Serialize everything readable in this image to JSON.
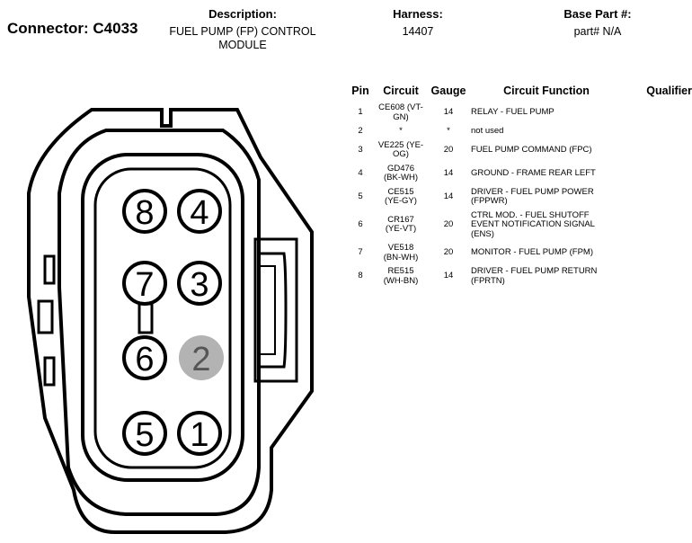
{
  "connector": {
    "label": "Connector: C4033"
  },
  "description": {
    "header": "Description:",
    "lines": [
      "FUEL PUMP (FP) CONTROL",
      "MODULE"
    ]
  },
  "harness": {
    "header": "Harness:",
    "value": "14407"
  },
  "base_part": {
    "header": "Base Part #:",
    "value": "part# N/A"
  },
  "table": {
    "headers": {
      "pin": "Pin",
      "circuit": "Circuit",
      "gauge": "Gauge",
      "function": "Circuit Function",
      "qualifier": "Qualifier"
    },
    "rows": [
      {
        "pin": "1",
        "circuit": [
          "CE608 (VT-",
          "GN)"
        ],
        "gauge": "14",
        "function": [
          "RELAY - FUEL PUMP"
        ]
      },
      {
        "pin": "2",
        "circuit": [
          "*"
        ],
        "gauge": "*",
        "function": [
          "not used"
        ]
      },
      {
        "pin": "3",
        "circuit": [
          "VE225 (YE-",
          "OG)"
        ],
        "gauge": "20",
        "function": [
          "FUEL PUMP COMMAND (FPC)"
        ]
      },
      {
        "pin": "4",
        "circuit": [
          "GD476",
          "(BK-WH)"
        ],
        "gauge": "14",
        "function": [
          "GROUND - FRAME REAR LEFT"
        ]
      },
      {
        "pin": "5",
        "circuit": [
          "CE515",
          "(YE-GY)"
        ],
        "gauge": "14",
        "function": [
          "DRIVER - FUEL PUMP POWER",
          "(FPPWR)"
        ]
      },
      {
        "pin": "6",
        "circuit": [
          "CR167",
          "(YE-VT)"
        ],
        "gauge": "20",
        "function": [
          "CTRL MOD. - FUEL SHUTOFF",
          "EVENT NOTIFICATION SIGNAL",
          "(ENS)"
        ]
      },
      {
        "pin": "7",
        "circuit": [
          "VE518",
          "(BN-WH)"
        ],
        "gauge": "20",
        "function": [
          "MONITOR - FUEL PUMP (FPM)"
        ]
      },
      {
        "pin": "8",
        "circuit": [
          "RE515",
          "(WH-BN)"
        ],
        "gauge": "14",
        "function": [
          "DRIVER - FUEL PUMP RETURN",
          "(FPRTN)"
        ]
      }
    ]
  },
  "diagram": {
    "pins": [
      {
        "num": "8",
        "used": true
      },
      {
        "num": "4",
        "used": true
      },
      {
        "num": "7",
        "used": true
      },
      {
        "num": "3",
        "used": true
      },
      {
        "num": "6",
        "used": true
      },
      {
        "num": "2",
        "used": false
      },
      {
        "num": "5",
        "used": true
      },
      {
        "num": "1",
        "used": true
      }
    ],
    "unused_fill": "#b3b3b3"
  }
}
